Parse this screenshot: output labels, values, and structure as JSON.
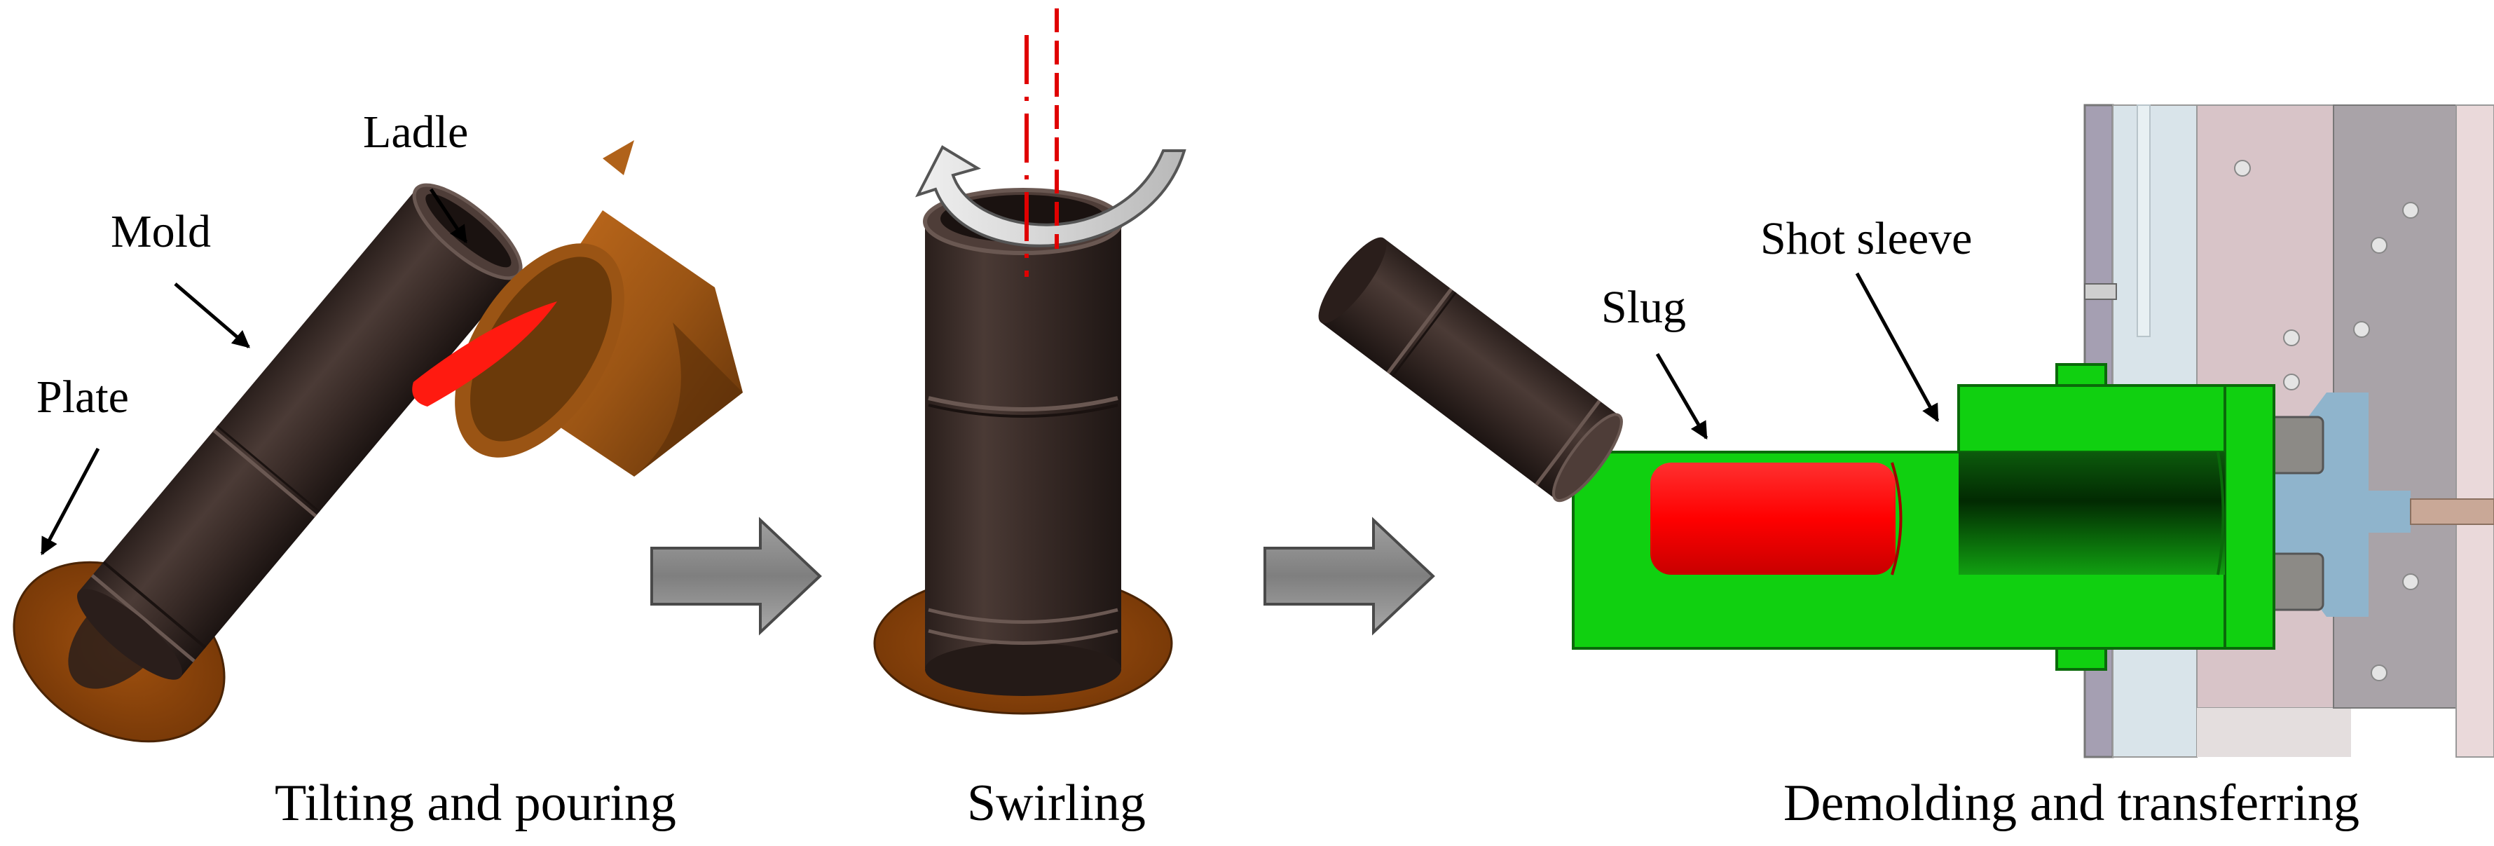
{
  "stages": [
    {
      "caption": "Tilting and pouring",
      "labels": {
        "plate": "Plate",
        "mold": "Mold",
        "ladle": "Ladle"
      }
    },
    {
      "caption": "Swirling"
    },
    {
      "caption": "Demolding and transferring",
      "labels": {
        "slug": "Slug",
        "shot_sleeve": "Shot sleeve"
      }
    }
  ],
  "colors": {
    "mold_body": "#3f302c",
    "plate": "#8a4209",
    "ladle": "#9a5414",
    "molten_metal": "#ff1a10",
    "slug": "#ff0000",
    "shot_sleeve": "#10d010",
    "axis_line": "#e00000",
    "flow_arrow": "#8a8a8a",
    "rotation_arrow": "#cfcfcf",
    "die_pink": "#d8c4c8",
    "die_gray": "#a9a3a8",
    "die_blue": "#8fb4cc"
  }
}
